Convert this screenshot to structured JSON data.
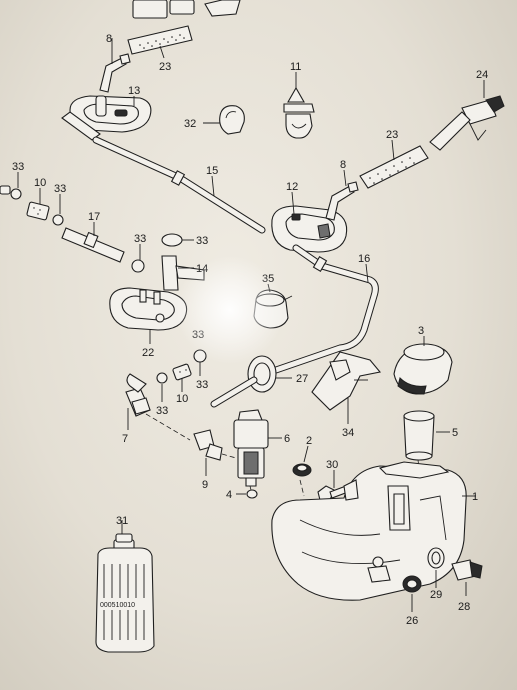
{
  "callouts": [
    {
      "id": "c23a",
      "text": "23"
    },
    {
      "id": "c8a",
      "text": "8"
    },
    {
      "id": "c13",
      "text": "13"
    },
    {
      "id": "c11",
      "text": "11"
    },
    {
      "id": "c24",
      "text": "24"
    },
    {
      "id": "c32",
      "text": "32"
    },
    {
      "id": "c23b",
      "text": "23"
    },
    {
      "id": "c33a",
      "text": "33"
    },
    {
      "id": "c10a",
      "text": "10"
    },
    {
      "id": "c33b",
      "text": "33"
    },
    {
      "id": "c15",
      "text": "15"
    },
    {
      "id": "c12",
      "text": "12"
    },
    {
      "id": "c8b",
      "text": "8"
    },
    {
      "id": "c17",
      "text": "17"
    },
    {
      "id": "c33c",
      "text": "33"
    },
    {
      "id": "c33d",
      "text": "33"
    },
    {
      "id": "c14",
      "text": "14"
    },
    {
      "id": "c16",
      "text": "16"
    },
    {
      "id": "c35",
      "text": "35"
    },
    {
      "id": "c3",
      "text": "3"
    },
    {
      "id": "c22",
      "text": "22"
    },
    {
      "id": "c33e",
      "text": "33"
    },
    {
      "id": "c10b",
      "text": "10"
    },
    {
      "id": "c33f",
      "text": "33"
    },
    {
      "id": "c33g",
      "text": "33"
    },
    {
      "id": "c27",
      "text": "27"
    },
    {
      "id": "c34",
      "text": "34"
    },
    {
      "id": "c7",
      "text": "7"
    },
    {
      "id": "c5",
      "text": "5"
    },
    {
      "id": "c6",
      "text": "6"
    },
    {
      "id": "c2",
      "text": "2"
    },
    {
      "id": "c30",
      "text": "30"
    },
    {
      "id": "c9",
      "text": "9"
    },
    {
      "id": "c4",
      "text": "4"
    },
    {
      "id": "c1",
      "text": "1"
    },
    {
      "id": "c31",
      "text": "31"
    },
    {
      "id": "c29",
      "text": "29"
    },
    {
      "id": "c28",
      "text": "28"
    },
    {
      "id": "c26",
      "text": "26"
    }
  ],
  "bottle_label": "000510010"
}
